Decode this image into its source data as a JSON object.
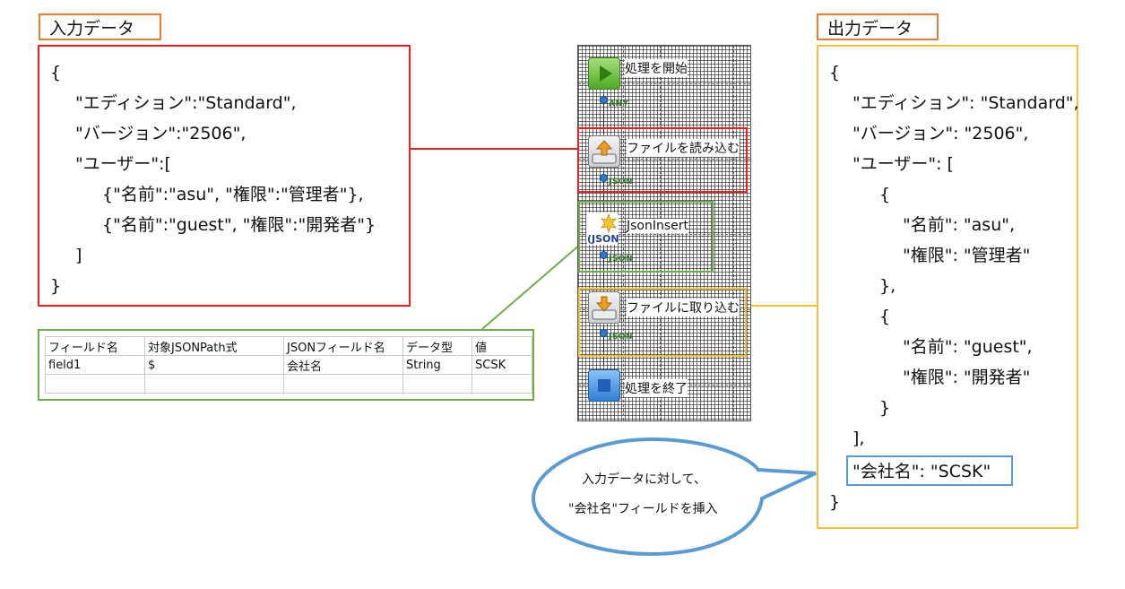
{
  "input_section": {
    "title": "入力データ",
    "json_lines": [
      "{",
      "\"エディション\":\"Standard\",",
      "\"バージョン\":\"2506\",",
      "\"ユーザー\":[",
      "{\"名前\":\"asu\", \"権限\":\"管理者\"},",
      "{\"名前\":\"guest\", \"権限\":\"開発者\"}",
      "]",
      "}"
    ]
  },
  "output_section": {
    "title": "出力データ",
    "json_lines": [
      "{",
      "\"エディション\": \"Standard\",",
      "\"バージョン\": \"2506\",",
      "\"ユーザー\": [",
      "{",
      "\"名前\": \"asu\",",
      "\"権限\": \"管理者\"",
      "},",
      "{",
      "\"名前\": \"guest\",",
      "\"権限\": \"開発者\"",
      "}",
      "],",
      "\"会社名\": \"SCSK\"",
      "}"
    ]
  },
  "flow": {
    "nodes": [
      {
        "label": "処理を開始",
        "icon": "start-icon"
      },
      {
        "label": "ファイルを読み込む",
        "icon": "file-read-icon"
      },
      {
        "label": "JsonInsert",
        "icon": "json-insert-icon"
      },
      {
        "label": "ファイルに取り込む",
        "icon": "file-write-icon"
      },
      {
        "label": "処理を終了",
        "icon": "end-icon"
      }
    ],
    "connectors": [
      "ANY",
      "JSON",
      "JSON",
      "JSON"
    ]
  },
  "field_table": {
    "headers": [
      "フィールド名",
      "対象JSONPath式",
      "JSONフィールド名",
      "データ型",
      "値"
    ],
    "rows": [
      [
        "field1",
        "$",
        "会社名",
        "String",
        "SCSK"
      ],
      [
        "",
        "",
        "",
        "",
        ""
      ]
    ]
  },
  "callout": {
    "line1": "入力データに対して、",
    "line2": "\"会社名\"フィールドを挿入"
  },
  "colors": {
    "input_box": "#e8201f",
    "output_box": "#f9c12c",
    "table_box": "#70ad47",
    "highlight": "#5b9bd5",
    "tag_border": "#ed7d31"
  }
}
